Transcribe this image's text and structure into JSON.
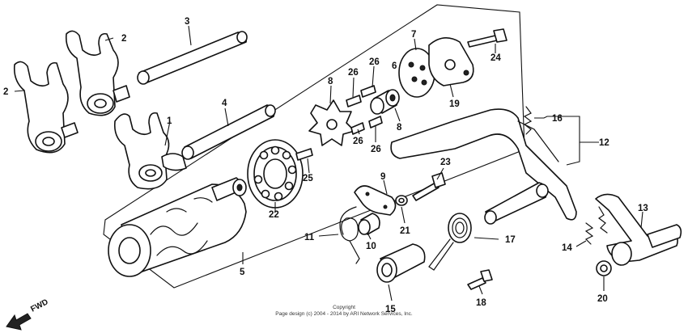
{
  "diagram": {
    "callouts": [
      {
        "id": "c1",
        "label": "1"
      },
      {
        "id": "c2a",
        "label": "2"
      },
      {
        "id": "c2b",
        "label": "2"
      },
      {
        "id": "c3",
        "label": "3"
      },
      {
        "id": "c4",
        "label": "4"
      },
      {
        "id": "c5",
        "label": "5"
      },
      {
        "id": "c6",
        "label": "6"
      },
      {
        "id": "c7",
        "label": "7"
      },
      {
        "id": "c8a",
        "label": "8"
      },
      {
        "id": "c8b",
        "label": "8"
      },
      {
        "id": "c9",
        "label": "9"
      },
      {
        "id": "c10",
        "label": "10"
      },
      {
        "id": "c11",
        "label": "11"
      },
      {
        "id": "c12",
        "label": "12"
      },
      {
        "id": "c13",
        "label": "13"
      },
      {
        "id": "c14",
        "label": "14"
      },
      {
        "id": "c15",
        "label": "15"
      },
      {
        "id": "c16",
        "label": "16"
      },
      {
        "id": "c17",
        "label": "17"
      },
      {
        "id": "c18",
        "label": "18"
      },
      {
        "id": "c19",
        "label": "19"
      },
      {
        "id": "c20",
        "label": "20"
      },
      {
        "id": "c21",
        "label": "21"
      },
      {
        "id": "c22",
        "label": "22"
      },
      {
        "id": "c23",
        "label": "23"
      },
      {
        "id": "c24",
        "label": "24"
      },
      {
        "id": "c25",
        "label": "25"
      },
      {
        "id": "c26a",
        "label": "26"
      },
      {
        "id": "c26b",
        "label": "26"
      },
      {
        "id": "c26c",
        "label": "26"
      },
      {
        "id": "c26d",
        "label": "26"
      }
    ],
    "fwd_label": "FWD",
    "copyright_line1": "Copyright",
    "copyright_line2": "Page design (c) 2004 - 2014 by ARI Network Services, Inc."
  }
}
